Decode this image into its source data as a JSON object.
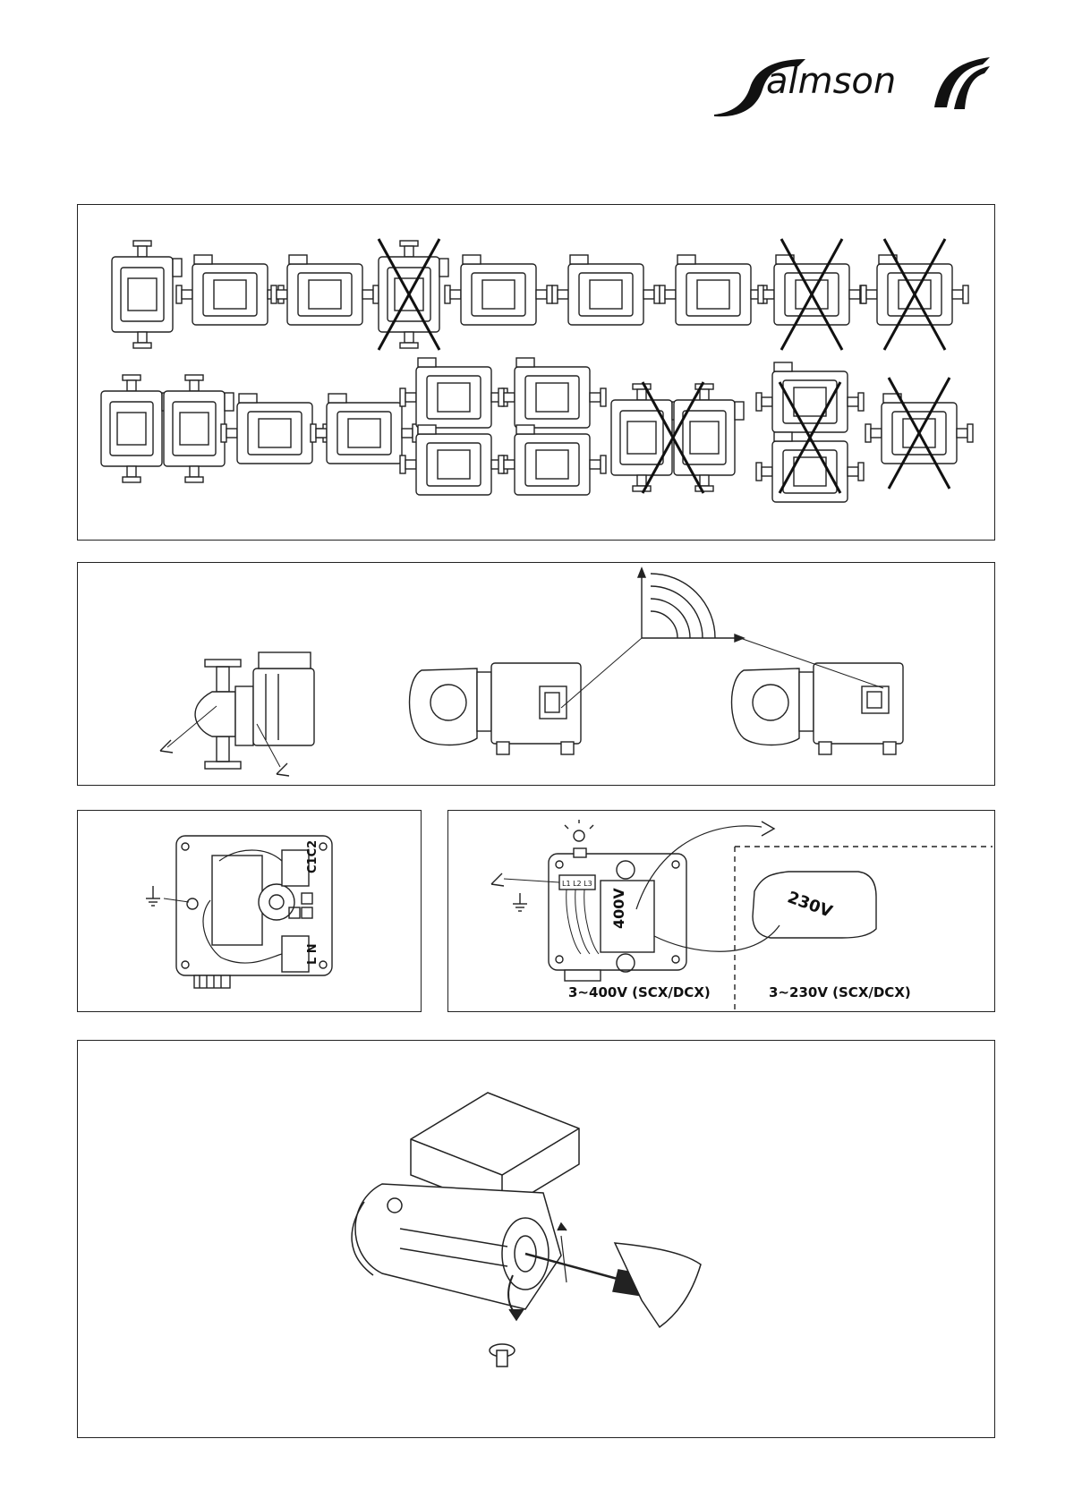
{
  "brand": {
    "name": "Salmson"
  },
  "figure_4": {
    "captions": {
      "voltage_400": "3~400V (SCX/DCX)",
      "voltage_230": "3~230V (SCX/DCX)"
    }
  },
  "icons": [
    "salmson-logo",
    "earth-ground-icon",
    "eye-icon",
    "lamp-icon",
    "prohibited-cross-icon",
    "screwdriver-icon"
  ]
}
